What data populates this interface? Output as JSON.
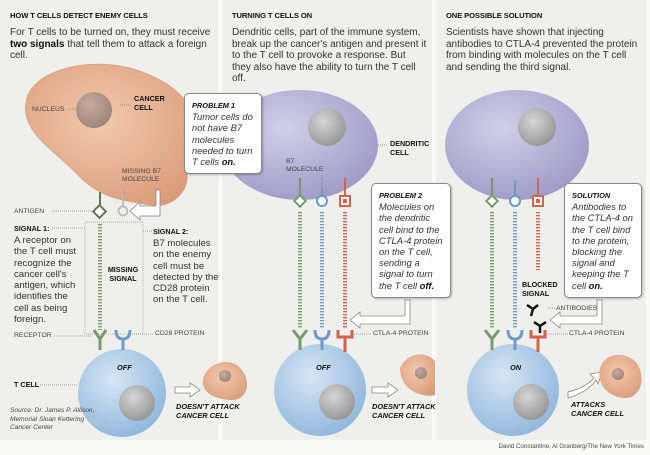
{
  "panels": [
    {
      "title": "HOW T CELLS DETECT ENEMY CELLS",
      "intro_pre": "For T cells to be turned on, they must receive ",
      "intro_bold": "two signals",
      "intro_post": " that tell them to attack a foreign cell.",
      "labels": {
        "nucleus": "NUCLEUS",
        "cancer_cell": "CANCER CELL",
        "missing_b7": "MISSING B7 MOLECULE",
        "antigen": "ANTIGEN",
        "receptor": "RECEPTOR",
        "cd28": "CD28 PROTEIN",
        "t_cell": "T CELL",
        "missing_signal": "MISSING SIGNAL",
        "state": "OFF",
        "outcome": "DOESN'T ATTACK CANCER CELL"
      },
      "signal1": {
        "heading": "SIGNAL 1:",
        "text": "A receptor on the T cell must recognize the cancer cell's antigen, which identifies the cell as being foreign."
      },
      "signal2": {
        "heading": "SIGNAL 2:",
        "text": "B7 molecules on the enemy cell must be detected by the CD28 protein on the T cell."
      },
      "callout": {
        "heading": "PROBLEM 1",
        "text": "Tumor cells do not have B7 molecules needed to turn T cells ",
        "bold": "on."
      },
      "source": "Source: Dr. James P. Allison, Memorial Sloan Kettering Cancer Center"
    },
    {
      "title": "TURNING T CELLS ON",
      "intro": "Dendritic cells, part of the immune system, break up the cancer's antigen and present it to the T cell to provoke a response. But they also have the ability to turn the T cell off.",
      "labels": {
        "dendritic_cell": "DENDRITIC CELL",
        "b7": "B7 MOLECULE",
        "ctla4": "CTLA-4 PROTEIN",
        "state": "OFF",
        "outcome": "DOESN'T ATTACK CANCER CELL"
      },
      "callout": {
        "heading": "PROBLEM 2",
        "text": "Molecules on the dendritic cell bind to the CTLA-4 protein on the T cell, sending a signal to turn the T cell ",
        "bold": "off."
      }
    },
    {
      "title": "ONE POSSIBLE SOLUTION",
      "intro": "Scientists have shown that injecting antibodies to CTLA-4 prevented the protein from binding with molecules on the T cell and sending the third signal.",
      "labels": {
        "blocked_signal": "BLOCKED SIGNAL",
        "antibodies": "ANTIBODIES",
        "ctla4": "CTLA-4 PROTEIN",
        "state": "ON",
        "outcome": "ATTACKS CANCER CELL"
      },
      "callout": {
        "heading": "SOLUTION",
        "text": "Antibodies to the CTLA-4 on the T cell bind to the protein, blocking the signal and keeping the T cell ",
        "bold": "on."
      }
    }
  ],
  "credit": "David Constantine, Al Granberg/The New York Times",
  "colors": {
    "panel_bg": "#efefed",
    "cancer_cell": "#eab596",
    "dendritic_cell": "#b7b3d6",
    "t_cell": "#b3d0ea",
    "nucleus": "#a9a9a9",
    "green_signal": "#7a9a6e",
    "blue_signal": "#6d9ac9",
    "red_signal": "#d3624e"
  }
}
